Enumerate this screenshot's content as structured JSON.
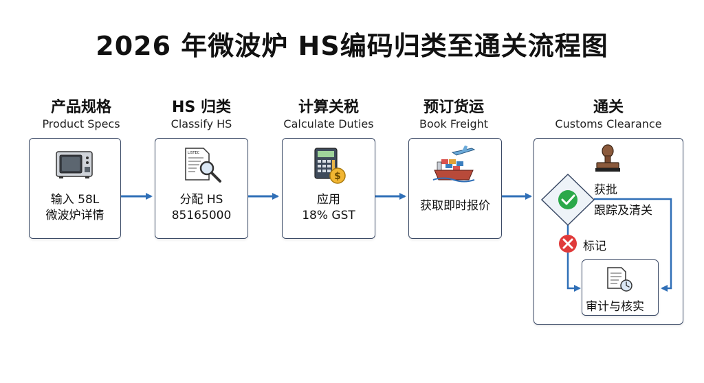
{
  "title": "2026 年微波炉 HS编码归类至通关流程图",
  "steps": [
    {
      "zh": "产品规格",
      "en": "Product Specs",
      "line1": "输入 58L",
      "line2": "微波炉详情",
      "icon": "microwave-icon"
    },
    {
      "zh": "HS 归类",
      "en": "Classify HS",
      "line1": "分配 HS",
      "line2": "85165000",
      "icon": "document-search-icon",
      "doc_text": "LISTEC"
    },
    {
      "zh": "计算关税",
      "en": "Calculate Duties",
      "line1": "应用",
      "line2": "18% GST",
      "icon": "calculator-dollar-icon"
    },
    {
      "zh": "预订货运",
      "en": "Book Freight",
      "line1": "获取即时报价",
      "icon": "cargo-ship-plane-icon"
    },
    {
      "zh": "通关",
      "en": "Customs Clearance",
      "icon": "stamp-icon"
    }
  ],
  "customs": {
    "approve_line1": "获批",
    "approve_line2": "跟踪及清关",
    "flag_label": "标记",
    "audit_label": "审计与核实"
  },
  "colors": {
    "arrow": "#2f6fb7",
    "box_border": "#3b4a66",
    "check_green": "#2ba84a",
    "flag_red": "#e03a3a",
    "diamond_fill": "#eef3f8"
  }
}
